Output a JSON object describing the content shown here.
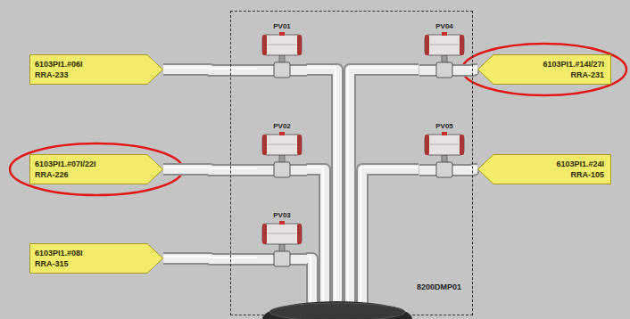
{
  "diagram": {
    "nodes": [
      {
        "text": [
          "8200DMP01"
        ]
      },
      {
        "text": [
          "PV01"
        ],
        "in": 0
      },
      {
        "text": [
          "PV04"
        ],
        "in": 0
      },
      {
        "text": [
          "PV02"
        ],
        "in": 0
      },
      {
        "text": [
          "PV05"
        ],
        "in": 0
      },
      {
        "text": [
          "PV03"
        ],
        "in": 0
      },
      {
        "text": [
          "6103PI1.#06I",
          "RRA-233"
        ]
      },
      {
        "text": [
          "6103PI1.#14I/27I",
          "RRA-231"
        ]
      },
      {
        "text": [
          "6103PI1.#07I/22I",
          "RRA-226"
        ]
      },
      {
        "text": [
          "6103PI1.#24I",
          "RRA-105"
        ]
      },
      {
        "text": [
          "6103PI1.#08I",
          "RRA-315"
        ]
      }
    ],
    "edges": [
      {
        "from": 6,
        "to": 1,
        "arrow": "none"
      },
      {
        "from": 7,
        "to": 2,
        "arrow": "none"
      },
      {
        "from": 8,
        "to": 3,
        "arrow": "none"
      },
      {
        "from": 9,
        "to": 4,
        "arrow": "none"
      },
      {
        "from": 10,
        "to": 5,
        "arrow": "none"
      }
    ]
  }
}
